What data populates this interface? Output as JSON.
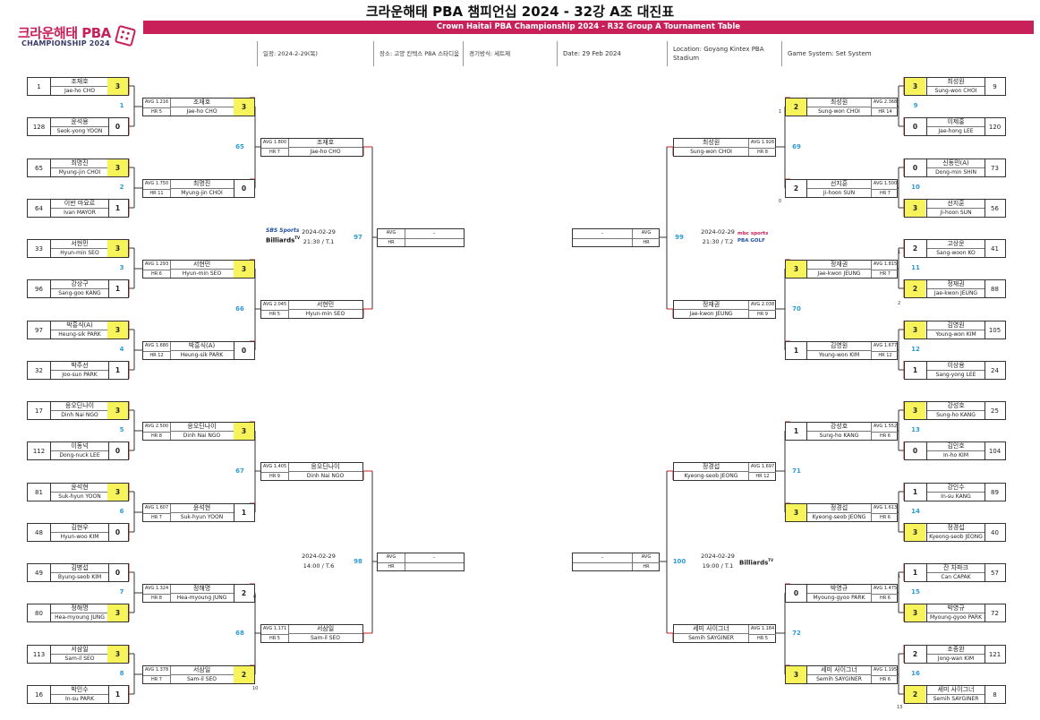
{
  "header": {
    "title": "크라운해태 PBA 챔피언십 2024 - 32강 A조 대진표",
    "subtitle": "Crown Haitai PBA Championship 2024 - R32 Group A Tournament Table",
    "logo_kr": "크라운해태",
    "logo_pba": "PBA",
    "logo_en": "CHAMPIONSHIP 2024",
    "info": [
      "일정: 2024-2-29(목)",
      "장소: 고양 킨텍스 PBA 스타디움",
      "경기방식: 세트제",
      "Date: 29 Feb 2024",
      "Location: Goyang Kintex PBA Stadium",
      "Game System: Set System"
    ]
  },
  "labels": {
    "avg": "AVG",
    "hr": "HR",
    "dash": "-"
  },
  "r1_left": [
    {
      "seed": "1",
      "kr": "조재호",
      "en": "Jae-ho CHO",
      "score": "3",
      "win": true
    },
    {
      "seed": "128",
      "kr": "윤석용",
      "en": "Seok-yong YOON",
      "score": "0",
      "win": false
    },
    {
      "seed": "65",
      "kr": "최명진",
      "en": "Myung-jin CHOI",
      "score": "3",
      "win": true
    },
    {
      "seed": "64",
      "kr": "이반 마요르",
      "en": "Ivan MAYOR",
      "score": "1",
      "win": false
    },
    {
      "seed": "33",
      "kr": "서현민",
      "en": "Hyun-min SEO",
      "score": "3",
      "win": true
    },
    {
      "seed": "96",
      "kr": "강상구",
      "en": "Sang-goo KANG",
      "score": "1",
      "win": false
    },
    {
      "seed": "97",
      "kr": "박흥식(A)",
      "en": "Heung-sik PARK",
      "score": "3",
      "win": true
    },
    {
      "seed": "32",
      "kr": "박주선",
      "en": "Joo-sun PARK",
      "score": "1",
      "win": false
    },
    {
      "seed": "17",
      "kr": "응오딘나이",
      "en": "Dinh Nai NGO",
      "score": "3",
      "win": true
    },
    {
      "seed": "112",
      "kr": "이동넉",
      "en": "Dong-nuck LEE",
      "score": "0",
      "win": false
    },
    {
      "seed": "81",
      "kr": "윤석현",
      "en": "Suk-hyun YOON",
      "score": "3",
      "win": true
    },
    {
      "seed": "48",
      "kr": "김현우",
      "en": "Hyun-woo KIM",
      "score": "0",
      "win": false
    },
    {
      "seed": "49",
      "kr": "김병섭",
      "en": "Byung-seob KIM",
      "score": "0",
      "win": false
    },
    {
      "seed": "80",
      "kr": "정해명",
      "en": "Hea-myoung JUNG",
      "score": "3",
      "win": true
    },
    {
      "seed": "113",
      "kr": "서삼일",
      "en": "Sam-il SEO",
      "score": "3",
      "win": true
    },
    {
      "seed": "16",
      "kr": "박인수",
      "en": "In-su PARK",
      "score": "1",
      "win": false
    }
  ],
  "r1_right": [
    {
      "seed": "9",
      "kr": "최성원",
      "en": "Sung-won CHOI",
      "score": "3",
      "win": true
    },
    {
      "seed": "120",
      "kr": "이제홍",
      "en": "Jae-hong LEE",
      "score": "0",
      "win": false
    },
    {
      "seed": "73",
      "kr": "신동민(A)",
      "en": "Dong-min SHIN",
      "score": "0",
      "win": false
    },
    {
      "seed": "56",
      "kr": "선지훈",
      "en": "Ji-hoon SUN",
      "score": "3",
      "win": true
    },
    {
      "seed": "41",
      "kr": "고상운",
      "en": "Sang-woon KO",
      "score": "2",
      "win": false
    },
    {
      "seed": "88",
      "kr": "정재권",
      "en": "Jae-kwon JEUNG",
      "score": "2",
      "win": true
    },
    {
      "seed": "105",
      "kr": "김영원",
      "en": "Young-won KIM",
      "score": "3",
      "win": true
    },
    {
      "seed": "24",
      "kr": "이상용",
      "en": "Sang-yong LEE",
      "score": "1",
      "win": false
    },
    {
      "seed": "25",
      "kr": "강성호",
      "en": "Sung-ho KANG",
      "score": "3",
      "win": true
    },
    {
      "seed": "104",
      "kr": "김인호",
      "en": "In-ho KIM",
      "score": "0",
      "win": false
    },
    {
      "seed": "89",
      "kr": "강인수",
      "en": "In-su KANG",
      "score": "1",
      "win": false
    },
    {
      "seed": "40",
      "kr": "정경섭",
      "en": "Kyeong-seob JEONG",
      "score": "3",
      "win": true
    },
    {
      "seed": "57",
      "kr": "잔 차파크",
      "en": "Can CAPAK",
      "score": "1",
      "win": false
    },
    {
      "seed": "72",
      "kr": "박영규",
      "en": "Myoung-gyoo PARK",
      "score": "3",
      "win": true
    },
    {
      "seed": "121",
      "kr": "조종완",
      "en": "Jong-wan KIM",
      "score": "2",
      "win": false
    },
    {
      "seed": "8",
      "kr": "세미 사이그너",
      "en": "Semih SAYGINER",
      "score": "2",
      "win": true
    }
  ],
  "r1_match_left": [
    "1",
    "2",
    "3",
    "4",
    "5",
    "6",
    "7",
    "8"
  ],
  "r1_match_right": [
    "9",
    "10",
    "11",
    "12",
    "13",
    "14",
    "15",
    "16"
  ],
  "r2_left": [
    {
      "avg": "AVG 1.216",
      "hr": "HR 5",
      "kr": "조재호",
      "en": "Jae-ho CHO",
      "score": "3",
      "win": true
    },
    {
      "avg": "AVG 1.750",
      "hr": "HR 11",
      "kr": "최명진",
      "en": "Myung-jin CHOI",
      "score": "0",
      "win": false
    },
    {
      "avg": "AVG 1.293",
      "hr": "HR 6",
      "kr": "서현민",
      "en": "Hyun-min SEO",
      "score": "3",
      "win": true
    },
    {
      "avg": "AVG 1.680",
      "hr": "HR 12",
      "kr": "박흥식(A)",
      "en": "Heung-sik PARK",
      "score": "0",
      "win": false
    },
    {
      "avg": "AVG 2.500",
      "hr": "HR 8",
      "kr": "응오딘나이",
      "en": "Dinh Nai NGO",
      "score": "3",
      "win": true
    },
    {
      "avg": "AVG 1.607",
      "hr": "HR 7",
      "kr": "윤석현",
      "en": "Suk-hyun YOON",
      "score": "1",
      "win": false
    },
    {
      "avg": "AVG 1.324",
      "hr": "HR 8",
      "kr": "정해명",
      "en": "Hea-myoung JUNG",
      "score": "2",
      "win": false
    },
    {
      "avg": "AVG 1.378",
      "hr": "HR 7",
      "kr": "서삼일",
      "en": "Sam-il SEO",
      "score": "2",
      "win": true
    }
  ],
  "r2_right": [
    {
      "avg": "AVG 2.368",
      "hr": "HR 14",
      "kr": "최성원",
      "en": "Sung-won CHOI",
      "score": "2",
      "win": true
    },
    {
      "avg": "AVG 1.500",
      "hr": "HR 7",
      "kr": "선지훈",
      "en": "Ji-hoon SUN",
      "score": "2",
      "win": false
    },
    {
      "avg": "AVG 1.815",
      "hr": "HR 7",
      "kr": "정재권",
      "en": "Jae-kwon JEUNG",
      "score": "3",
      "win": true
    },
    {
      "avg": "AVG 1.677",
      "hr": "HR 12",
      "kr": "김영원",
      "en": "Young-won KIM",
      "score": "1",
      "win": false
    },
    {
      "avg": "AVG 1.552",
      "hr": "HR 6",
      "kr": "강성호",
      "en": "Sung-ho KANG",
      "score": "1",
      "win": false
    },
    {
      "avg": "AVG 1.613",
      "hr": "HR 6",
      "kr": "정경섭",
      "en": "Kyeong-seob JEONG",
      "score": "3",
      "win": true
    },
    {
      "avg": "AVG 1.475",
      "hr": "HR 6",
      "kr": "박영규",
      "en": "Myoung-gyoo PARK",
      "score": "0",
      "win": false
    },
    {
      "avg": "AVG 1.195",
      "hr": "HR 6",
      "kr": "세미 사이그너",
      "en": "Semih SAYGINER",
      "score": "3",
      "win": true
    }
  ],
  "r2_match_left": [
    "65",
    "66",
    "67",
    "68"
  ],
  "r2_match_right": [
    "69",
    "70",
    "71",
    "72"
  ],
  "r3_left": [
    {
      "avg": "AVG 1.800",
      "hr": "HR 7",
      "kr": "조재호",
      "en": "Jae-ho CHO"
    },
    {
      "avg": "AVG 2.045",
      "hr": "HR 5",
      "kr": "서현민",
      "en": "Hyun-min SEO"
    },
    {
      "avg": "AVG 1.405",
      "hr": "HR 9",
      "kr": "응오딘나이",
      "en": "Dinh Nai NGO"
    },
    {
      "avg": "AVG 1.171",
      "hr": "HR 5",
      "kr": "서삼일",
      "en": "Sam-il SEO"
    }
  ],
  "r3_right": [
    {
      "avg": "AVG 1.926",
      "hr": "HR 8",
      "kr": "최성원",
      "en": "Sung-won CHOI"
    },
    {
      "avg": "AVG 2.038",
      "hr": "HR 9",
      "kr": "정재권",
      "en": "Jae-kwon JEUNG"
    },
    {
      "avg": "AVG 1.697",
      "hr": "HR 12",
      "kr": "정경섭",
      "en": "Kyeong-seob JEONG"
    },
    {
      "avg": "AVG 1.184",
      "hr": "HR 5",
      "kr": "세미 사이그너",
      "en": "Semih SAYGINER"
    }
  ],
  "r3_match": {
    "left": [
      "97",
      "98"
    ],
    "right": [
      "99",
      "100"
    ]
  },
  "schedule": {
    "left_top": {
      "date": "2024-02-29",
      "time": "21:30 / T.1"
    },
    "left_bottom": {
      "date": "2024-02-29",
      "time": "14:00 / T.6"
    },
    "right_top": {
      "date": "2024-02-29",
      "time": "21:30 / T.2"
    },
    "right_bottom": {
      "date": "2024-02-29",
      "time": "19:00 / T.1"
    }
  },
  "broadcasters": {
    "sbs_line1": "SBS Sports",
    "sbs_line2": "Billiards",
    "mbc_line1": "mbc sports",
    "mbc_line2": "PBA GOLF",
    "bil": "Billiards",
    "tv": "TV"
  },
  "set_scores": {
    "r1_right_1": "1",
    "r1_right_3": "0",
    "r1_right_5": "1",
    "r1_right_6": "2",
    "r1_left_14": "0",
    "r1_left_16": "10",
    "r1_right_15": "1",
    "r1_right_16": "13"
  },
  "colors": {
    "accent": "#c8215a",
    "winner": "#f7f35a",
    "link_red": "#cc2222",
    "match_blue": "#2e9ad6"
  }
}
